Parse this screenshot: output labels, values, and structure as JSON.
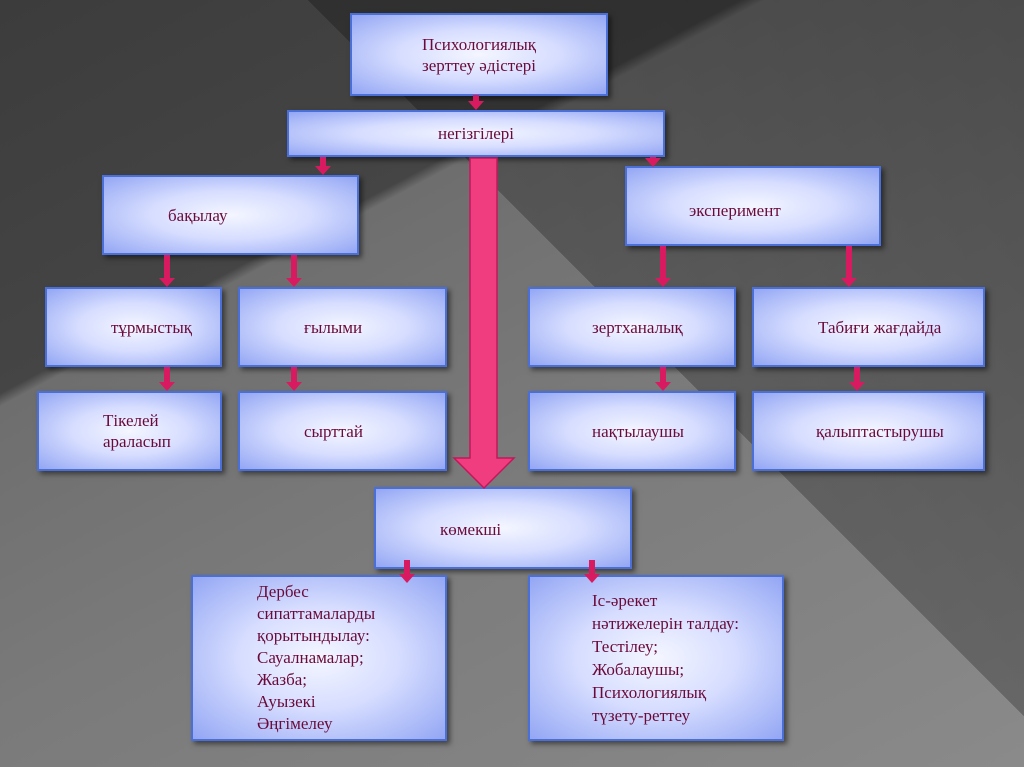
{
  "nodes": {
    "root": "Психологиялық\nзерттеу әдістері",
    "main": "негізгілері",
    "observation": "бақылау",
    "experiment": "эксперимент",
    "everyday": "тұрмыстық",
    "scientific": "ғылыми",
    "laboratory": "зертханалық",
    "natural": "Табиғи жағдайда",
    "direct": "Тікелей\nараласып",
    "external": "сырттай",
    "ascertaining": "нақтылаушы",
    "forming": "қалыптастырушы",
    "auxiliary": "көмекші",
    "personal": "Дербес\nсипаттамаларды\nқорытындылау:\nСауалнамалар;\nЖазба;\nАуызекі\nӘңгімелеу",
    "activity": "Іс-әрекет\nнәтижелерін талдау:\nТестілеу;\nЖобалаушы;\nПсихологиялық\nтүзету-реттеу"
  },
  "colors": {
    "arrow": "#d81b60",
    "big_arrow": "#ef3d7f",
    "text": "#6b0a3a",
    "border": "#4a6fd6"
  }
}
